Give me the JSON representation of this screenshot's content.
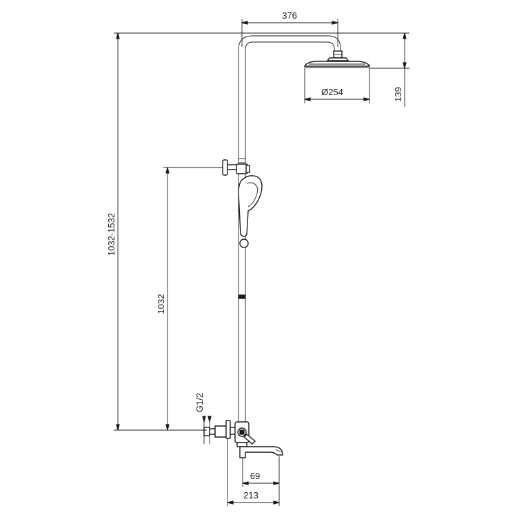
{
  "dimensions": {
    "arm_length": "376",
    "head_diameter": "Ø254",
    "head_height": "139",
    "total_height": "1032-1532",
    "holder_height": "1032",
    "inlet_thread": "G1/2",
    "spout_offset": "69",
    "spout_length": "213"
  },
  "colors": {
    "line": "#1a1a1a",
    "background": "#ffffff"
  }
}
